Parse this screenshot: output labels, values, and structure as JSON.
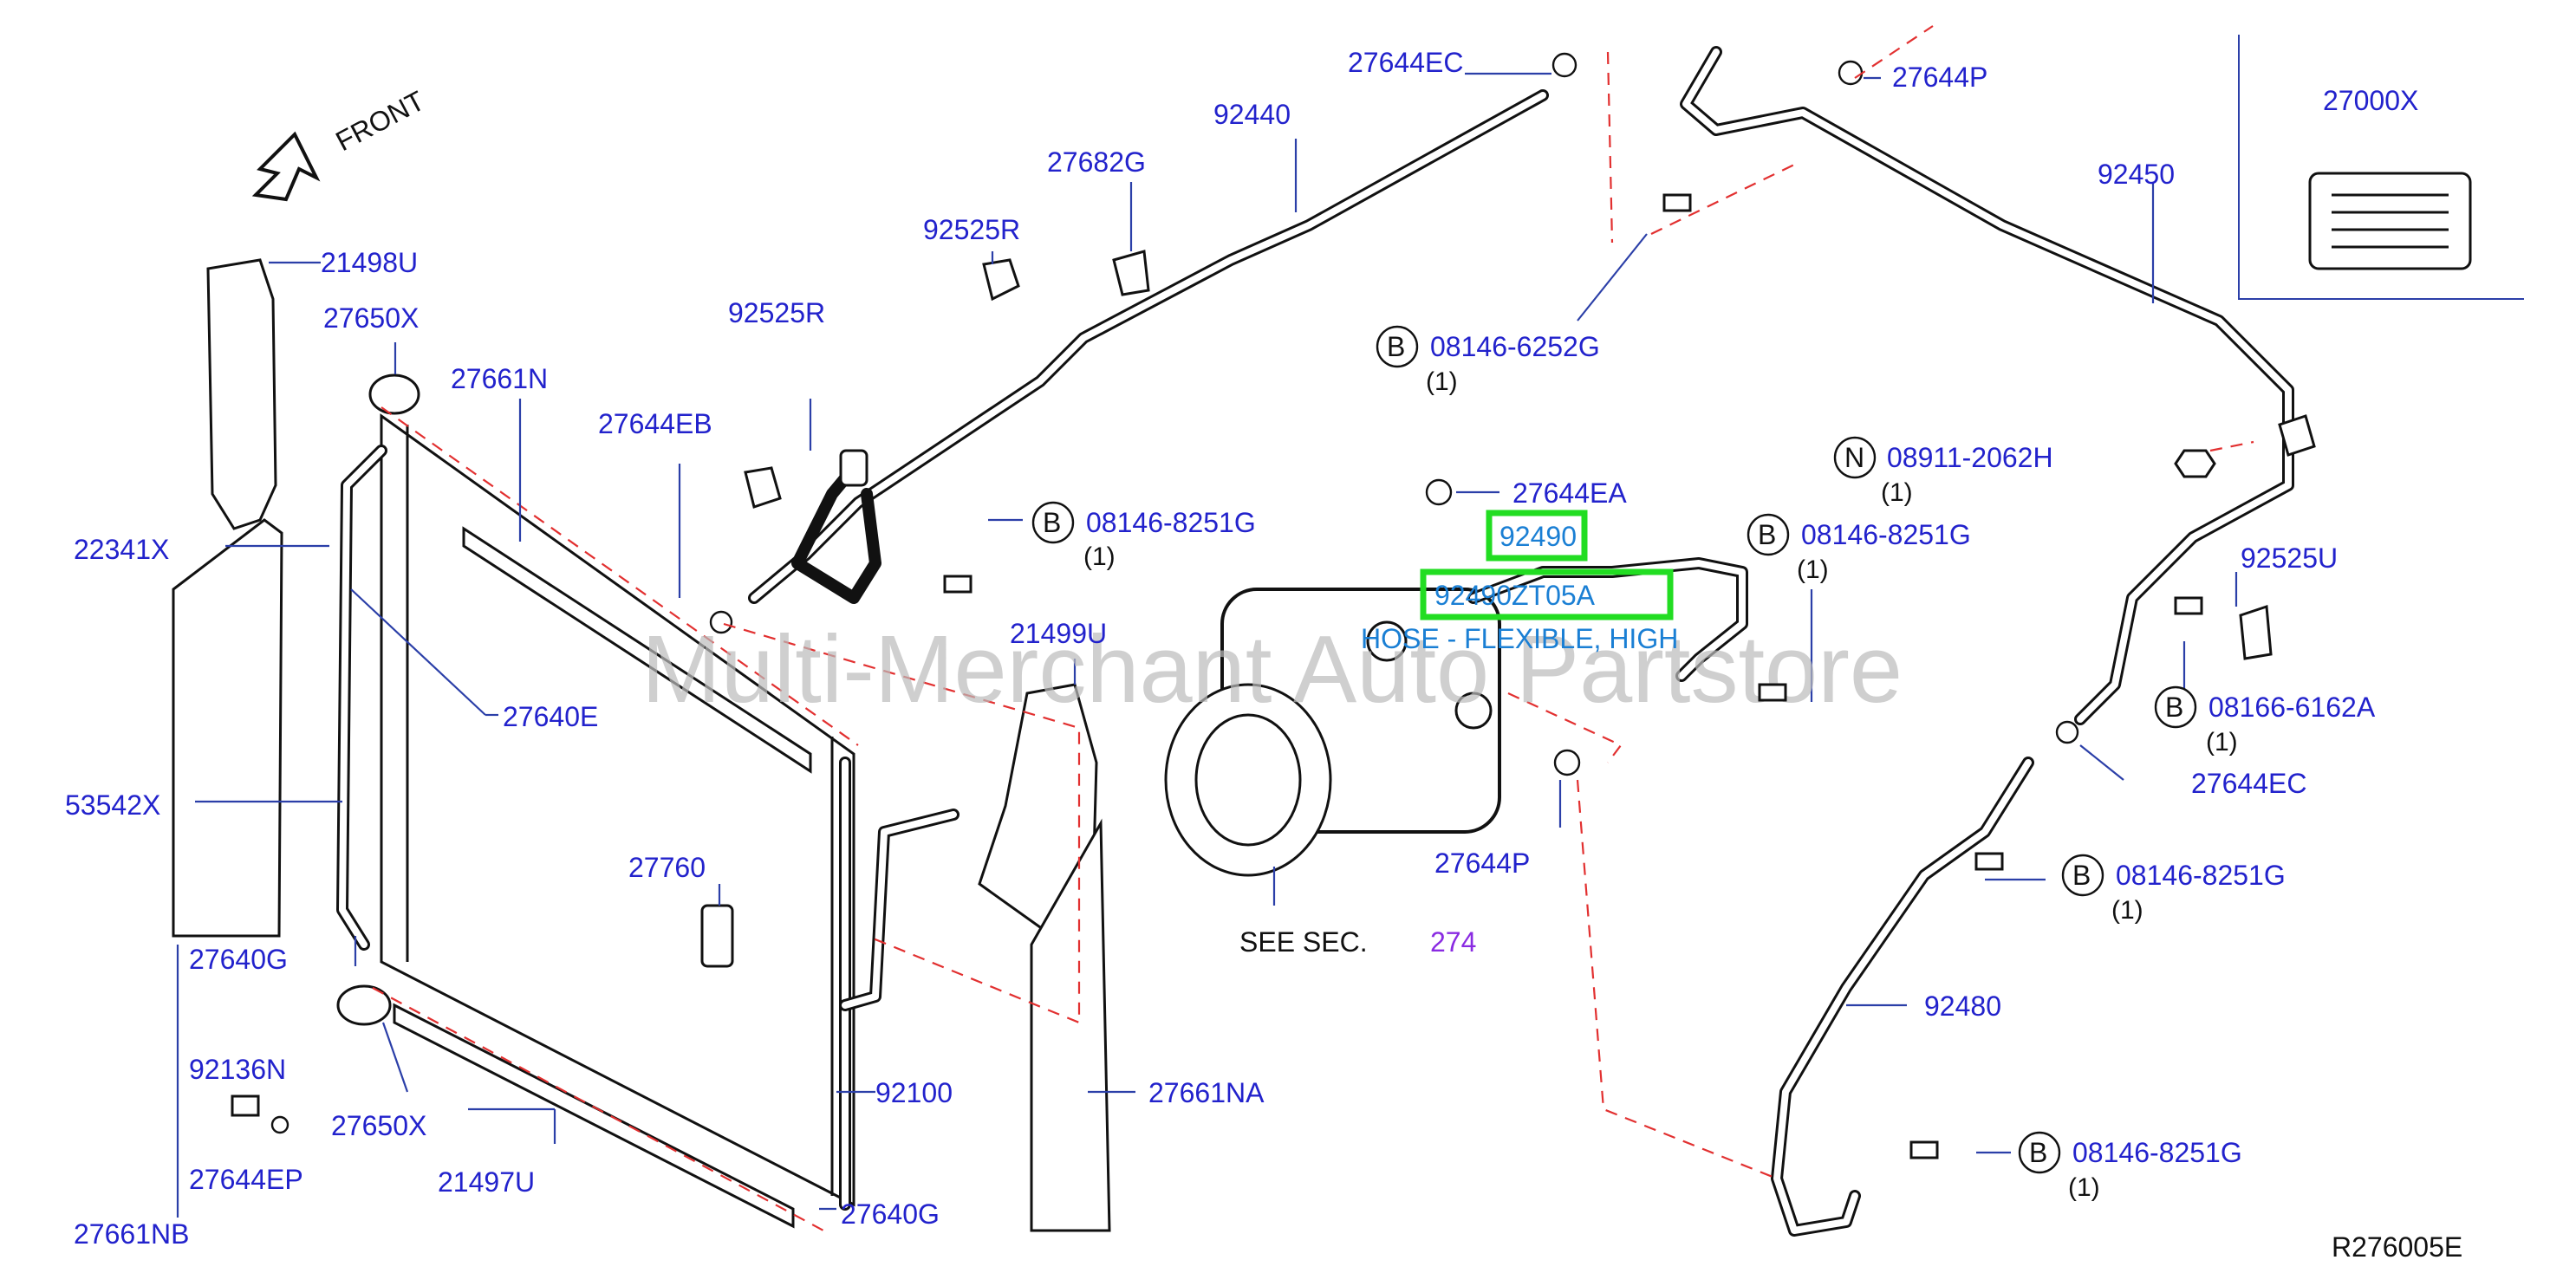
{
  "front_label": "FRONT",
  "watermark": "Multi-Merchant Auto Partstore",
  "sec_text": "SEE   SEC.",
  "sec_num": "274",
  "hl_part": "92490",
  "hl_part2": "92490ZT05A",
  "hl_desc": "HOSE - FLEXIBLE, HIGH",
  "ref_code": "R276005E",
  "labels": {
    "p21498U": "21498U",
    "p27650X_a": "27650X",
    "p27661N": "27661N",
    "p27644EB": "27644EB",
    "p22341X": "22341X",
    "p27640E": "27640E",
    "p53542X": "53542X",
    "p27640G_a": "27640G",
    "p92136N": "92136N",
    "p27650X_b": "27650X",
    "p27644EP": "27644EP",
    "p27661NB": "27661NB",
    "p21497U": "21497U",
    "p27640G_b": "27640G",
    "p92100": "92100",
    "p27760": "27760",
    "p21499U": "21499U",
    "p27661NA": "27661NA",
    "p92525R_a": "92525R",
    "p92525R_b": "92525R",
    "p27682G": "27682G",
    "p92440": "92440",
    "p27644EC_a": "27644EC",
    "p27644P_a": "27644P",
    "p27000X": "27000X",
    "p92450": "92450",
    "p27644EA": "27644EA",
    "p27644P_b": "27644P",
    "p92525U": "92525U",
    "p27644EC_b": "27644EC",
    "p92480": "92480"
  },
  "bolts": [
    {
      "letter": "B",
      "part": "08146-6252G",
      "qty": "(1)"
    },
    {
      "letter": "B",
      "part": "08146-8251G",
      "qty": "(1)"
    },
    {
      "letter": "N",
      "part": "08911-2062H",
      "qty": "(1)"
    },
    {
      "letter": "B",
      "part": "08146-8251G",
      "qty": "(1)"
    },
    {
      "letter": "B",
      "part": "08166-6162A",
      "qty": "(1)"
    },
    {
      "letter": "B",
      "part": "08146-8251G",
      "qty": "(1)"
    },
    {
      "letter": "B",
      "part": "08146-8251G",
      "qty": "(1)"
    }
  ]
}
